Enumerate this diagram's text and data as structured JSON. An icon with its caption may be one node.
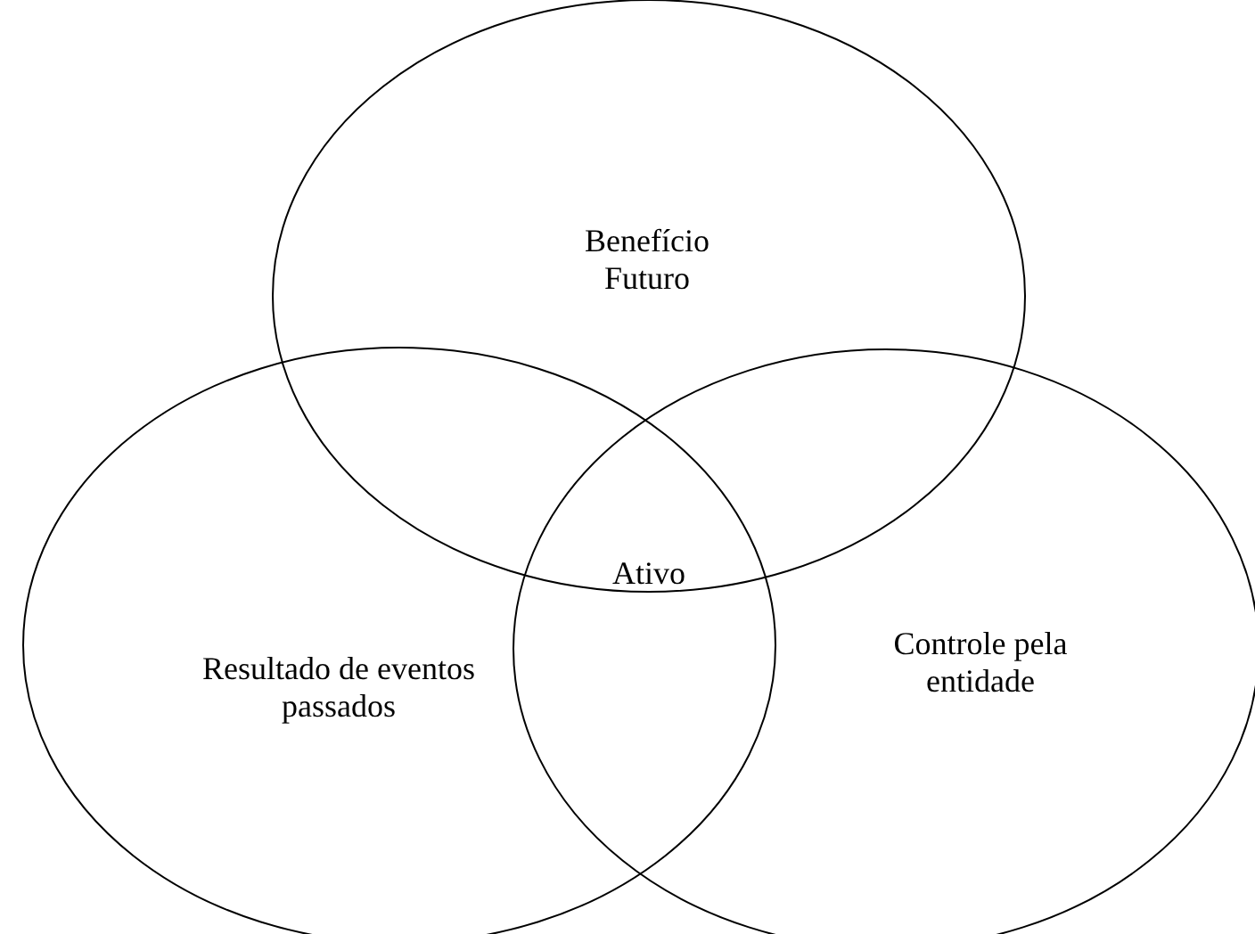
{
  "diagram": {
    "nodes": [
      {
        "text": [
          "Benefício Futuro"
        ]
      },
      {
        "text": [
          "Resultado de eventos passados"
        ]
      },
      {
        "text": [
          "Controle pela entidade"
        ]
      }
    ],
    "labels": [
      "Ativo"
    ]
  }
}
